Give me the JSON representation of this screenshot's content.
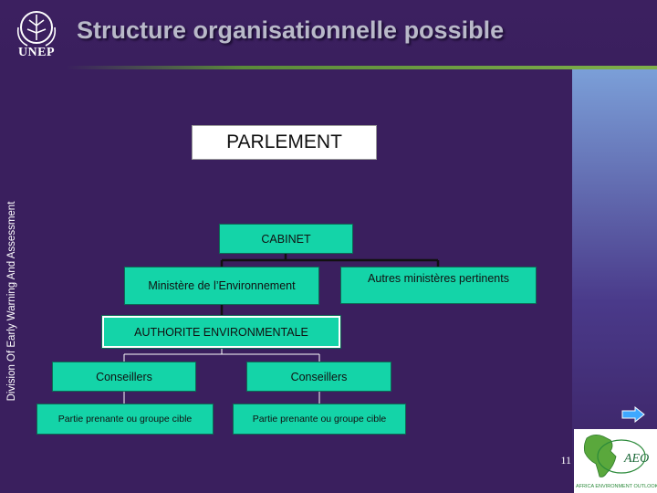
{
  "header": {
    "title": "Structure organisationnelle possible",
    "logo_text": "UNEP"
  },
  "sidebar": {
    "vertical_text": "Division Of Early Warning And Assessment"
  },
  "org_chart": {
    "parlement": "PARLEMENT",
    "cabinet": "CABINET",
    "ministere": "Ministère de l’Environnement",
    "autres": "Autres ministères pertinents",
    "autorite": "AUTHORITE ENVIRONMENTALE",
    "conseillers_left": "Conseillers",
    "conseillers_right": "Conseillers",
    "partie_left": "Partie prenante ou groupe cible",
    "partie_right": "Partie prenante ou groupe cible"
  },
  "footer": {
    "page_number": "11",
    "aeo_text": "AEO",
    "aeo_caption": "AFRICA ENVIRONMENT OUTLOOK"
  },
  "colors": {
    "background": "#3a1f5e",
    "box_fill": "#14d4a8",
    "title": "#b9b9c9"
  }
}
